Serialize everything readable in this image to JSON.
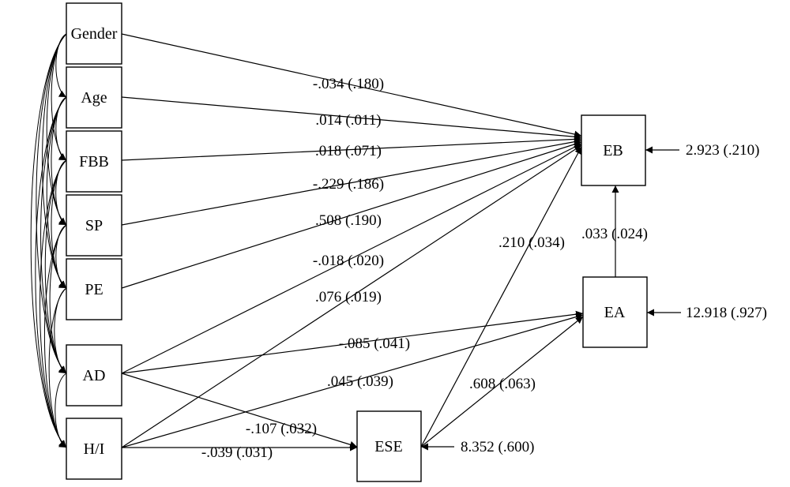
{
  "nodes": {
    "gender": "Gender",
    "age": "Age",
    "fbb": "FBB",
    "sp": "SP",
    "pe": "PE",
    "ad": "AD",
    "hi": "H/I",
    "eb": "EB",
    "ea": "EA",
    "ese": "ESE"
  },
  "edges": {
    "gender_eb": "-.034 (.180)",
    "age_eb": ".014 (.011)",
    "fbb_eb": ".018 (.071)",
    "sp_eb": "-.229 (.186)",
    "pe_eb": ".508 (.190)",
    "ad_eb": "-.018 (.020)",
    "hi_eb": ".076 (.019)",
    "ese_eb": ".210 (.034)",
    "ea_eb": ".033 (.024)",
    "ad_ea": "-.085 (.041)",
    "hi_ea": ".045 (.039)",
    "ese_ea": ".608 (.063)",
    "ad_ese": "-.107 (.032)",
    "hi_ese": "-.039 (.031)"
  },
  "errors": {
    "eb": "2.923 (.210)",
    "ea": "12.918 (.927)",
    "ese": "8.352 (.600)"
  }
}
